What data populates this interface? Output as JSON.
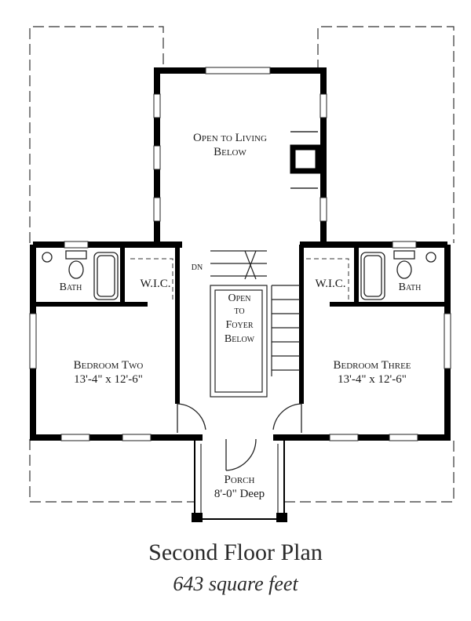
{
  "plan": {
    "title": "Second Floor Plan",
    "area": "643 square feet"
  },
  "rooms": {
    "open_living": {
      "line1": "Open to Living",
      "line2": "Below"
    },
    "bath_left": "Bath",
    "wic_left": "W.I.C.",
    "open_foyer": {
      "line1": "Open",
      "line2": "to",
      "line3": "Foyer",
      "line4": "Below"
    },
    "wic_right": "W.I.C.",
    "bath_right": "Bath",
    "bedroom_two": {
      "name": "Bedroom Two",
      "size": "13'-4\" x 12'-6\""
    },
    "bedroom_three": {
      "name": "Bedroom Three",
      "size": "13'-4\" x 12'-6\""
    },
    "porch": {
      "name": "Porch",
      "depth": "8'-0\" Deep"
    },
    "stair_mark": "DN"
  }
}
